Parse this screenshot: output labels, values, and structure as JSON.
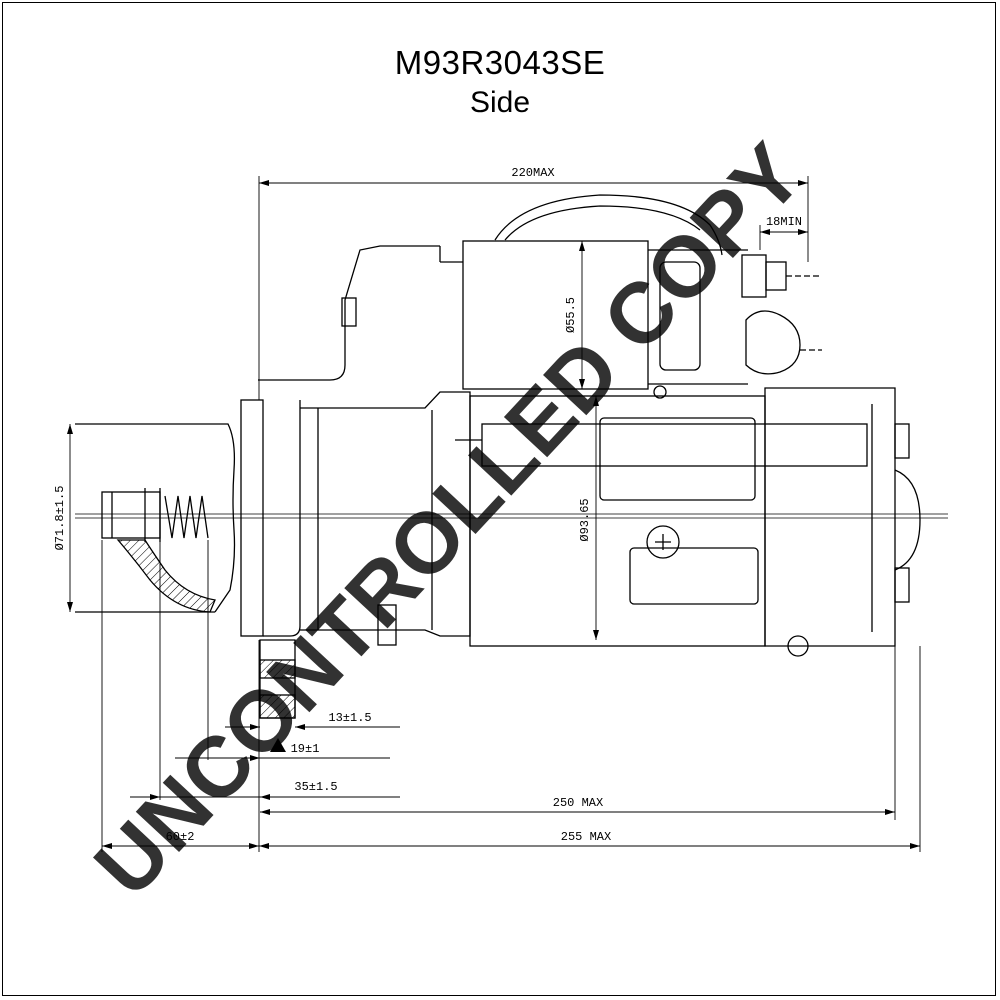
{
  "header": {
    "part_number": "M93R3043SE",
    "view": "Side"
  },
  "dimensions": {
    "overall_220": "220MAX",
    "min_18": "18MIN",
    "dia_55": "Ø55.5",
    "dia_93": "Ø93.65",
    "dia_71": "Ø71.8±1.5",
    "d_13": "13±1.5",
    "d_19": "19±1",
    "d_35": "35±1.5",
    "d_250": "250 MAX",
    "d_255": "255 MAX",
    "d_60": "60±2"
  },
  "watermark": {
    "text": "UNCONTROLLED COPY",
    "color": "#d9d9d9"
  }
}
